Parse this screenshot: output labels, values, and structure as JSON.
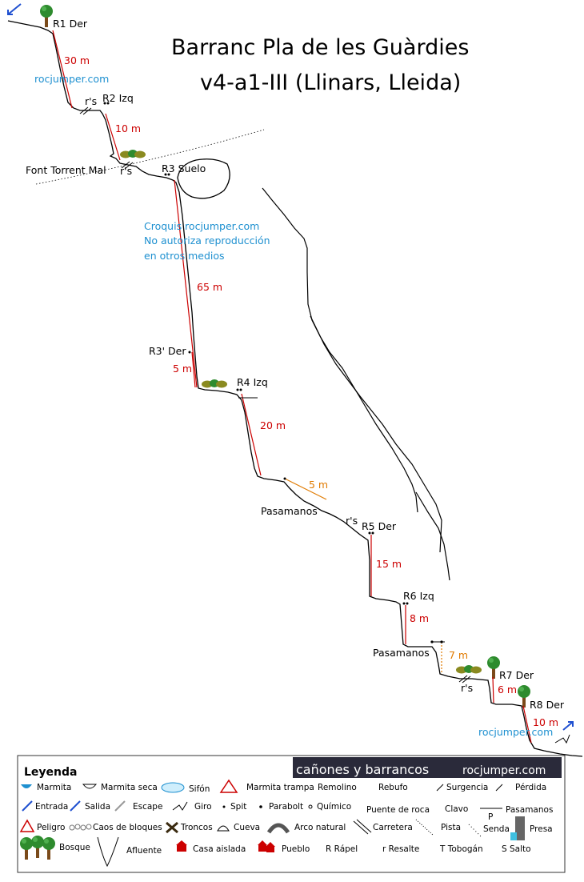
{
  "title": {
    "line1": "Barranc Pla de les Guàrdies",
    "line2": "v4-a1-III (Llinars, Lleida)"
  },
  "watermark": {
    "top": "rocjumper.com",
    "bottom": "rocjumper.com",
    "notice": [
      "Croquis rocjumper.com",
      "No autoriza reproducción",
      "en otros medios"
    ]
  },
  "rappels": [
    {
      "id": "R1",
      "label": "R1 Der",
      "length": "30 m"
    },
    {
      "id": "R2",
      "label": "R2 Izq",
      "length": "10 m"
    },
    {
      "id": "R3",
      "label": "R3 Suelo",
      "length": "65 m"
    },
    {
      "id": "R3b",
      "label": "R3' Der",
      "length": "5 m"
    },
    {
      "id": "R4",
      "label": "R4 Izq",
      "length": "20 m"
    },
    {
      "id": "R5",
      "label": "R5 Der",
      "length": "15 m"
    },
    {
      "id": "R6",
      "label": "R6 Izq",
      "length": "8 m"
    },
    {
      "id": "R7",
      "label": "R7 Der",
      "length": "6 m"
    },
    {
      "id": "R8",
      "label": "R8 Der",
      "length": "10 m"
    }
  ],
  "handlines": [
    {
      "label": "Pasamanos",
      "length": "5 m"
    },
    {
      "label": "Pasamanos",
      "length": "7 m"
    }
  ],
  "features": {
    "resaltes": "r's",
    "font": "Font Torrent Mal"
  },
  "colors": {
    "rope": "#cc0000",
    "handline": "#e07a00",
    "watermark": "#1e90d0",
    "banner": "#2a2a3a"
  },
  "legend": {
    "title": "Leyenda",
    "banner_left": "cañones y barrancos",
    "banner_right": "rocjumper.com",
    "row1": [
      "Marmita",
      "Marmita seca",
      "Sifón",
      "Marmita trampa"
    ],
    "row2": [
      "Entrada",
      "Salida",
      "Escape",
      "Giro",
      "Spit",
      "Parabolt",
      "Químico",
      "Puente de roca",
      "Clavo",
      "Pasamanos"
    ],
    "row3": [
      "Peligro",
      "Caos de bloques",
      "Troncos",
      "Cueva",
      "Arco natural",
      "Carretera",
      "Pista",
      "Senda",
      "Presa"
    ],
    "row3_extra": [
      "Remolino",
      "Rebufo",
      "Surgencia",
      "Pérdida",
      "P"
    ],
    "row4": [
      "Bosque",
      "Afluente",
      "Casa aislada",
      "Pueblo",
      "R Rápel",
      "r Resalte",
      "T Tobogán",
      "S Salto"
    ]
  }
}
